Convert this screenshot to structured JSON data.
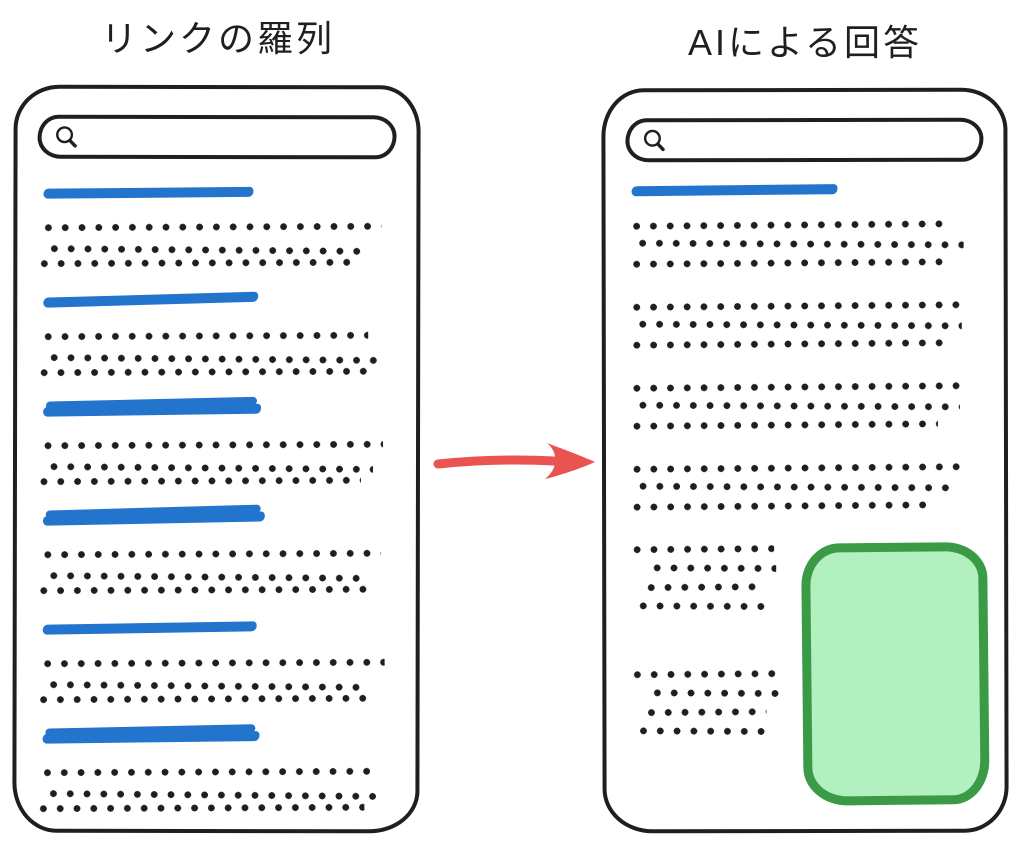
{
  "colors": {
    "ink": "#1f1f1f",
    "link_blue": "#2374cd",
    "arrow_red": "#ea5450",
    "highlight_green_border": "#3a9a45",
    "highlight_green_fill": "#b2f0bf"
  },
  "left_panel": {
    "title": "リンクの羅列",
    "search_icon": "magnifier-icon",
    "blocks": [
      {
        "link_width": 210,
        "double": false,
        "tilt": -0.6,
        "rows": [
          338,
          322,
          318
        ]
      },
      {
        "link_width": 215,
        "double": false,
        "tilt": -1.7,
        "rows": [
          325,
          336,
          330
        ]
      },
      {
        "link_width": 218,
        "double": true,
        "tilt": -0.9,
        "rows": [
          340,
          330,
          322
        ]
      },
      {
        "link_width": 222,
        "double": true,
        "tilt": -1.2,
        "rows": [
          338,
          320,
          328
        ]
      },
      {
        "link_width": 214,
        "double": false,
        "tilt": -1.0,
        "rows": [
          342,
          318,
          330
        ]
      },
      {
        "link_width": 217,
        "double": true,
        "tilt": -0.8,
        "rows": [
          334,
          336,
          326
        ]
      }
    ]
  },
  "arrow": {
    "symbol": "right-arrow",
    "color": "#ea5450",
    "direction": "left-to-right"
  },
  "right_panel": {
    "title": "AIによる回答",
    "search_icon": "magnifier-icon",
    "link": {
      "link_width": 206,
      "double": false,
      "tilt": -0.5
    },
    "paragraphs": [
      {
        "short": false,
        "rows": [
          320,
          332,
          316
        ]
      },
      {
        "short": false,
        "rows": [
          336,
          330,
          312
        ]
      },
      {
        "short": false,
        "rows": [
          334,
          328,
          306
        ]
      },
      {
        "short": false,
        "rows": [
          330,
          318,
          296
        ]
      },
      {
        "short": true,
        "rows": [
          142,
          130,
          116,
          134
        ]
      },
      {
        "short": true,
        "rows": [
          150,
          136,
          120,
          140
        ]
      }
    ],
    "highlight_box": {
      "meaning": "ai-answer-highlight",
      "fill": "#b2f0bf",
      "border": "#3a9a45"
    }
  }
}
